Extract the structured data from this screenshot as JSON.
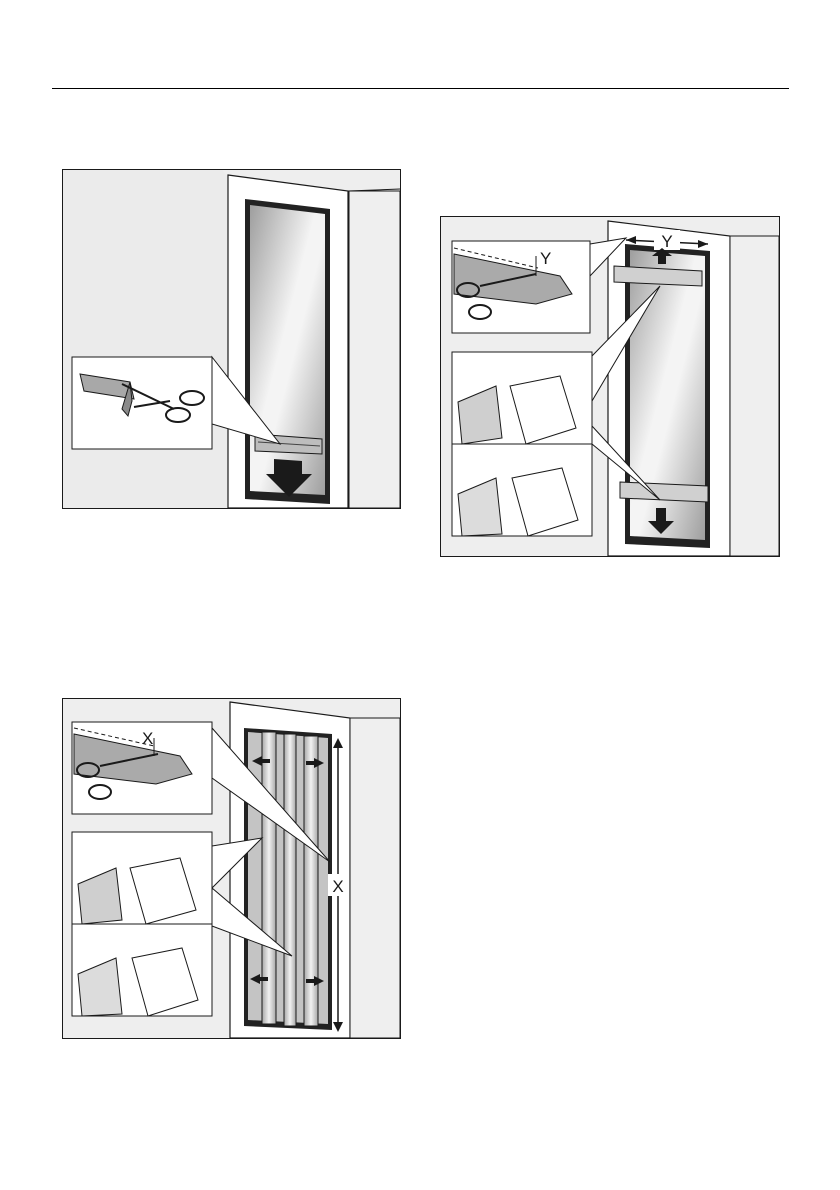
{
  "figures": [
    {
      "id": "trim-bottom-strip",
      "labels": []
    },
    {
      "id": "trim-top-bottom-strips",
      "labels": [
        "Y",
        "Y"
      ]
    },
    {
      "id": "trim-side-strips",
      "labels": [
        "X",
        "X"
      ]
    }
  ],
  "symbols": {
    "y_label": "Y",
    "x_label": "X"
  },
  "colors": {
    "wall": "#ececec",
    "frame": "#ffffff",
    "glass": "#b9b9b9",
    "line": "#1a1a1a"
  }
}
